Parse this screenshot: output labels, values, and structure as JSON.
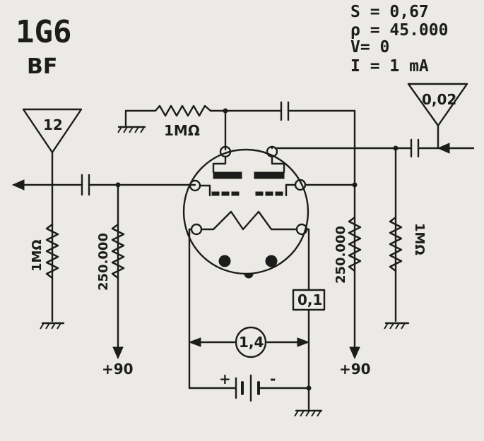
{
  "header": {
    "tube": "1G6",
    "type": "BF",
    "params": [
      "S = 0,67",
      "ρ = 45.000",
      "V= 0",
      "I = 1 mA"
    ]
  },
  "labels": {
    "input_value": "12",
    "output_value": "0,02",
    "grid_leak_top": "1MΩ",
    "left_leak": "1MΩ",
    "left_load": "250.000",
    "right_load": "250.000",
    "right_leak": "1MΩ",
    "left_supply": "+90",
    "right_supply": "+90",
    "filament_current": "0,1",
    "filament_voltage": "1,4",
    "battery_plus": "+",
    "battery_minus": "-"
  },
  "colors": {
    "ink": "#1c1c1c",
    "paper": "#ebeae6"
  }
}
